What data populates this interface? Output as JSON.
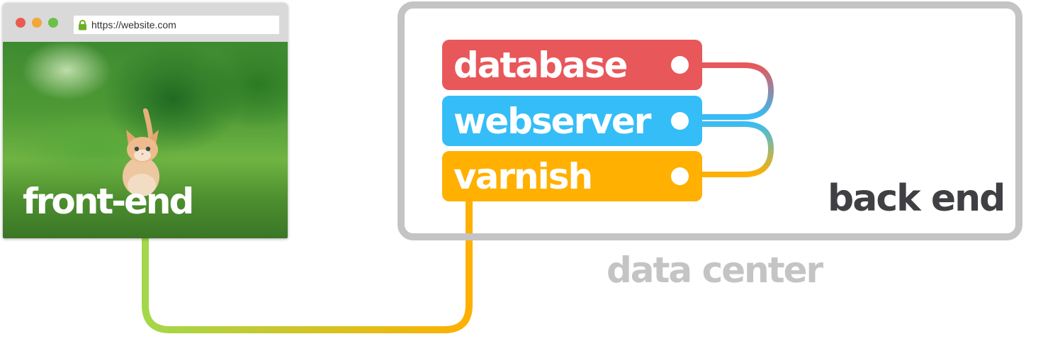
{
  "browser": {
    "url": "https://website.com",
    "dot_colors": [
      "#ea5c4f",
      "#f0a83a",
      "#6cc04a"
    ],
    "lock_color": "#6ab023",
    "front_end_label": "front-end"
  },
  "data_center": {
    "label": "data center",
    "back_end_label": "back end",
    "servers": [
      {
        "label": "database",
        "color": "#e8575a"
      },
      {
        "label": "webserver",
        "color": "#35bdf7"
      },
      {
        "label": "varnish",
        "color": "#ffb000"
      }
    ]
  },
  "colors": {
    "box_border": "#c4c4c4",
    "back_end_text": "#3f3f44",
    "wire_green": "#a2d84a",
    "wire_orange": "#ffb000"
  }
}
